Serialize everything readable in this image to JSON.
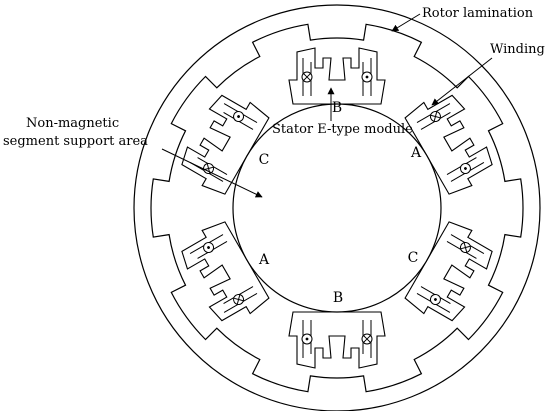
{
  "labels": {
    "rotor_lamination": "Rotor lamination",
    "winding": "Winding",
    "non_magnetic_line1": "Non-magnetic",
    "non_magnetic_line2": "segment support area",
    "stator_module": "Stator E-type module"
  },
  "phases": {
    "top": "B",
    "upper_right": "A",
    "upper_left": "C",
    "lower_left": "A",
    "lower_right": "C",
    "bottom": "B"
  },
  "modules": [
    {
      "name": "top",
      "left_coil": "in",
      "right_coil": "out"
    },
    {
      "name": "upper-right",
      "left_coil": "in",
      "right_coil": "out"
    },
    {
      "name": "lower-right",
      "left_coil": "in",
      "right_coil": "out"
    },
    {
      "name": "bottom",
      "left_coil": "in",
      "right_coil": "out"
    },
    {
      "name": "lower-left",
      "left_coil": "in",
      "right_coil": "out"
    },
    {
      "name": "upper-left",
      "left_coil": "in",
      "right_coil": "out"
    }
  ],
  "colors": {
    "stroke": "#000000",
    "background": "#ffffff"
  }
}
